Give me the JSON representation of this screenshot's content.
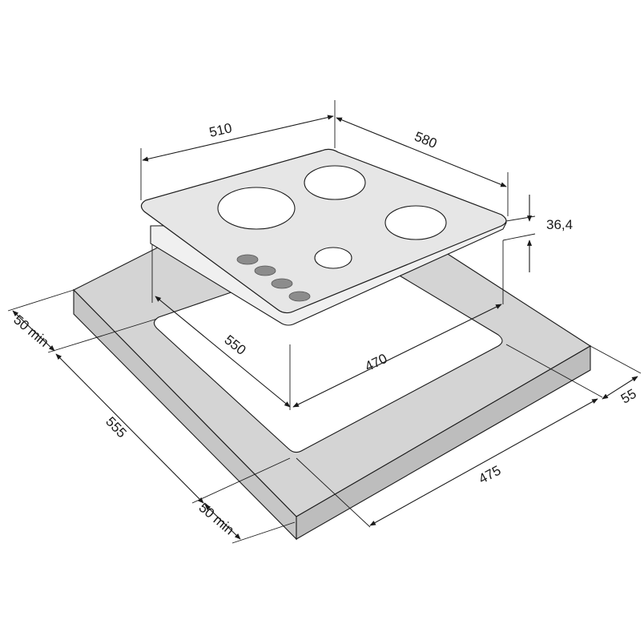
{
  "dimensions": {
    "hob_width": "510",
    "hob_depth": "580",
    "hob_height": "36,4",
    "cutout_depth": "550",
    "cutout_width": "470",
    "worktop_depth": "555",
    "worktop_width": "475",
    "worktop_thickness": "55",
    "clearance_back": "50 min",
    "clearance_front": "50 min"
  },
  "colors": {
    "hob_surface": "#e6e6e6",
    "worktop_top": "#d4d4d4",
    "worktop_side": "#bdbdbd",
    "control_knob": "#8c8c8c",
    "outline": "#1a1a1a"
  },
  "icons": [
    "hotplate-large-icon",
    "hotplate-medium-icon",
    "hotplate-small-icon",
    "control-knob-icon"
  ]
}
